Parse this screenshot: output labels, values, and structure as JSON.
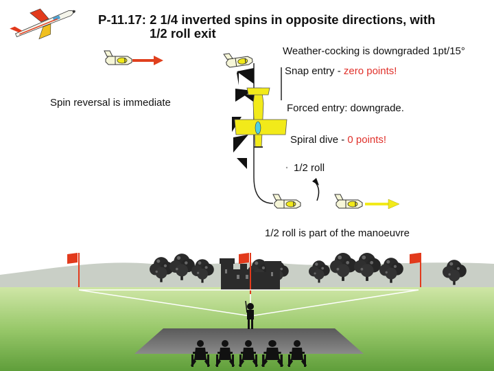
{
  "title": {
    "line1": "P-11.17: 2 1/4 inverted spins in opposite directions, with",
    "line2": "1/2 roll exit"
  },
  "notes": {
    "weather": "Weather-cocking is downgraded  1pt/15°",
    "snap_prefix": "Snap entry - ",
    "snap_highlight": "zero points!",
    "spin_reversal": "Spin reversal is immediate",
    "forced": "Forced entry: downgrade.",
    "spiral_prefix": "Spiral dive - ",
    "spiral_highlight": "0 points!",
    "half_roll": "1/2 roll",
    "half_roll_part": "1/2 roll is part of the manoeuvre"
  },
  "colors": {
    "sky": "#ffffff",
    "grass_top": "#c6e29c",
    "grass_bottom": "#5f9e3a",
    "hills": "#c9cfc6",
    "flag": "#e23a1c",
    "pole": "#e23a1c",
    "entry_arrow": "#e0401e",
    "exit_arrow": "#f2ea1a",
    "plane_yellow": "#f2ea1a",
    "plane_cyan": "#4fd0e0",
    "highlight": "#e0302a"
  },
  "icons": [
    "aerobatic-plane-logo-icon",
    "plane-side-icon",
    "spin-plane-icon",
    "flag-icon",
    "tree-icon",
    "castle-icon",
    "pilot-icon",
    "judge-icon"
  ]
}
